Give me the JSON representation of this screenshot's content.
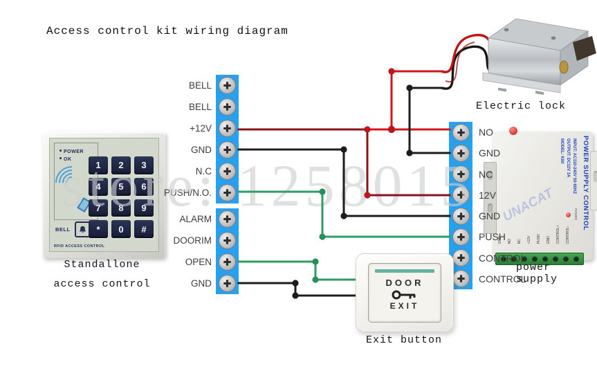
{
  "title": "Access control kit wiring diagram",
  "watermark": "store: 1258015",
  "keypad": {
    "power_label": "POWER",
    "ok_label": "OK",
    "bell_label": "BELL",
    "footer": "RFID ACCESS CONTROL",
    "keys": [
      "1",
      "2",
      "3",
      "4",
      "5",
      "6",
      "7",
      "8",
      "9",
      "*",
      "0",
      "#"
    ],
    "caption_line1": "Standallone",
    "caption_line2": "access control"
  },
  "left_block1": {
    "terminals": [
      "BELL",
      "BELL",
      "+12V",
      "GND",
      "N.C",
      "PUSH/N.O."
    ]
  },
  "left_block2": {
    "terminals": [
      "ALARM",
      "DOORIM",
      "OPEN",
      "GND"
    ]
  },
  "right_block": {
    "terminals": [
      "NO",
      "GND",
      "NC",
      "12V",
      "GND",
      "PUSH",
      "CONTROL",
      "CONTROL"
    ]
  },
  "lock": {
    "caption": "Electric lock"
  },
  "power_supply": {
    "caption": "power supply",
    "side_text": "POWER SUPPLY CONTROL",
    "spec1": "INPUT: AC110-240V 50-60HZ",
    "spec2": "OUTPUT: DC12V 3A",
    "spec3": "MODEL: K80",
    "power_led_label": "POWER",
    "watermark": "UNACAT",
    "terminal_labels": [
      "GND",
      "NO",
      "NC",
      "+12V",
      "PUSH",
      "GND",
      "CONTROL+",
      "CONTROL-"
    ]
  },
  "exit_button": {
    "line1": "DOOR",
    "line2": "EXIT",
    "caption": "Exit button"
  },
  "colors": {
    "wire_red": "#cf1519",
    "wire_red_dark": "#8e1117",
    "wire_black": "#1c1c1c",
    "wire_green": "#2f9c63",
    "block_blue": "#27a0ee",
    "key_navy": "#1f2742",
    "psu_text_blue": "#1a3fc4",
    "exit_bar_teal": "#62b2a2"
  }
}
